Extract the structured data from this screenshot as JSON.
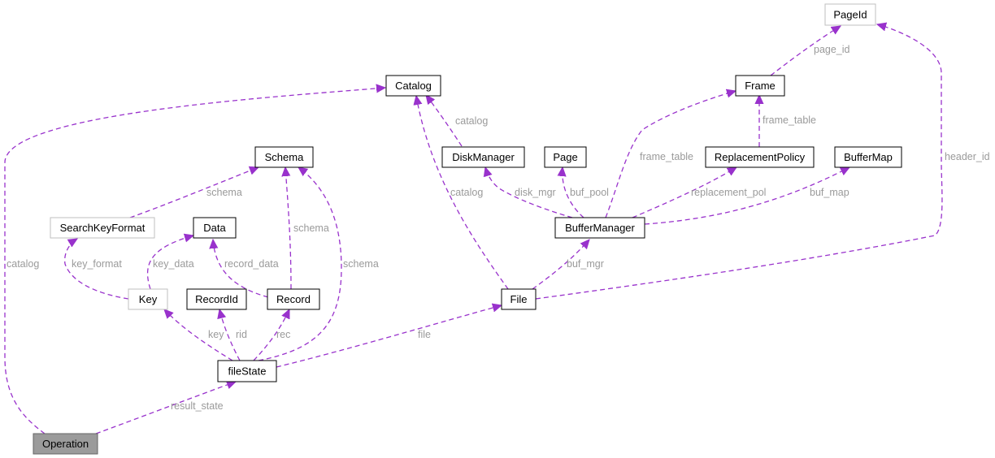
{
  "colors": {
    "edge": "#9932cc",
    "edge_label": "#9a9a9a",
    "node_border": "#000000",
    "node_border_muted": "#bfbfbf",
    "node_fill": "#ffffff",
    "root_fill": "#9b9b9b",
    "root_border": "#666666"
  },
  "nodes": {
    "pageid": "PageId",
    "catalog": "Catalog",
    "frame": "Frame",
    "schema": "Schema",
    "diskmanager": "DiskManager",
    "page": "Page",
    "replacementpolicy": "ReplacementPolicy",
    "buffermap": "BufferMap",
    "searchkeyformat": "SearchKeyFormat",
    "data": "Data",
    "buffermanager": "BufferManager",
    "key": "Key",
    "recordid": "RecordId",
    "record": "Record",
    "file": "File",
    "filestate": "fileState",
    "operation": "Operation"
  },
  "edges": {
    "page_id": "page_id",
    "frame_table": "frame_table",
    "header_id": "header_id",
    "catalog": "catalog",
    "disk_mgr": "disk_mgr",
    "buf_pool": "buf_pool",
    "replacement_pol": "replacement_pol",
    "buf_map": "buf_map",
    "buf_mgr": "buf_mgr",
    "schema": "schema",
    "key_format": "key_format",
    "key_data": "key_data",
    "record_data": "record_data",
    "key": "key",
    "rid": "rid",
    "rec": "rec",
    "file": "file",
    "result_state": "result_state"
  }
}
